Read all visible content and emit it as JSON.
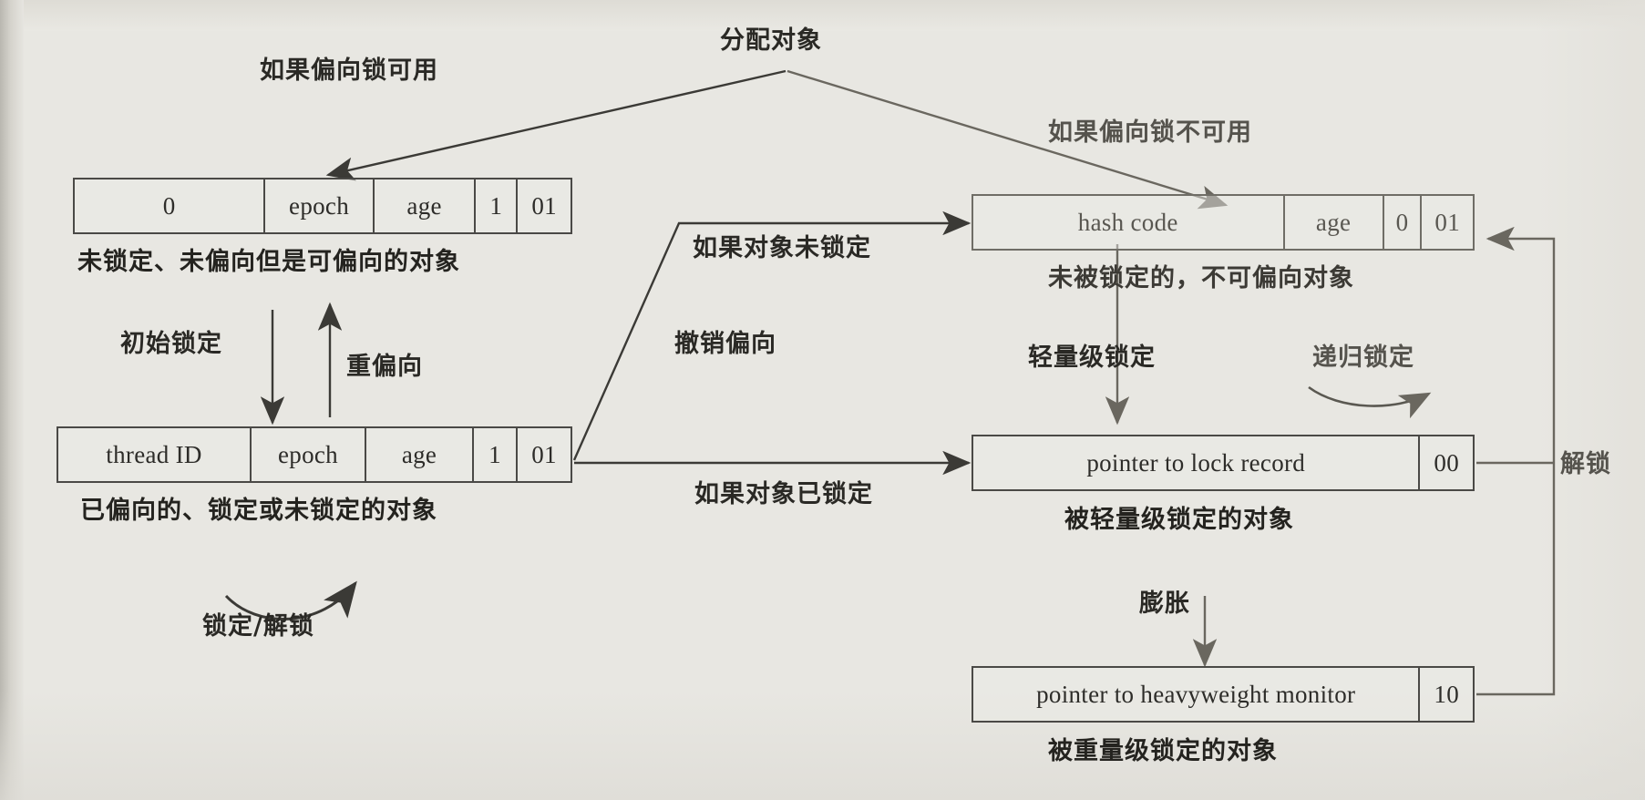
{
  "diagram": {
    "title": "Java 对象头 Mark Word 锁状态转换图",
    "background_color": "#e8e7e2",
    "ink_color": "#2d2c29"
  },
  "boxes": [
    {
      "id": "biasable",
      "cells": [
        "0",
        "epoch",
        "age",
        "1",
        "01"
      ],
      "caption": "未锁定、未偏向但是可偏向的对象"
    },
    {
      "id": "biased",
      "cells": [
        "thread ID",
        "epoch",
        "age",
        "1",
        "01"
      ],
      "caption": "已偏向的、锁定或未锁定的对象"
    },
    {
      "id": "unlocked-nonbiasable",
      "cells": [
        "hash code",
        "age",
        "0",
        "01"
      ],
      "caption": "未被锁定的，不可偏向对象"
    },
    {
      "id": "lightweight-locked",
      "cells": [
        "pointer to lock record",
        "00"
      ],
      "caption": "被轻量级锁定的对象"
    },
    {
      "id": "heavyweight-locked",
      "cells": [
        "pointer to heavyweight monitor",
        "10"
      ],
      "caption": "被重量级锁定的对象"
    }
  ],
  "labels": {
    "allocate_object": "分配对象",
    "if_biased_lock_available": "如果偏向锁可用",
    "if_biased_lock_unavailable": "如果偏向锁不可用",
    "initial_lock": "初始锁定",
    "rebias": "重偏向",
    "lock_unlock": "锁定/解锁",
    "revoke_bias": "撤销偏向",
    "if_object_unlocked": "如果对象未锁定",
    "if_object_locked": "如果对象已锁定",
    "lightweight_lock": "轻量级锁定",
    "recursive_lock": "递归锁定",
    "inflate": "膨胀",
    "unlock": "解锁"
  }
}
